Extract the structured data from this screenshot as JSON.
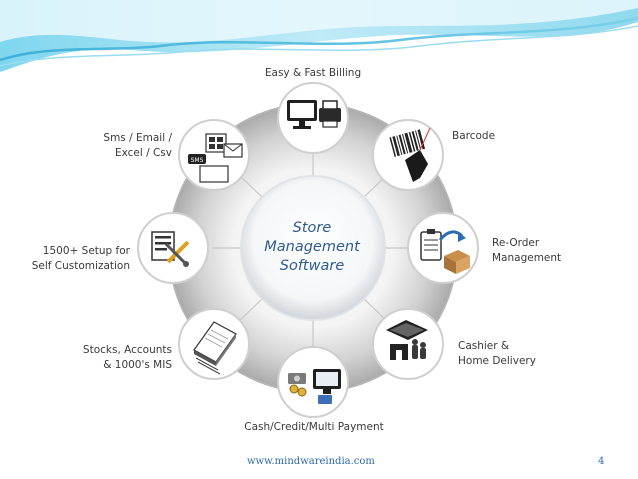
{
  "diagram": {
    "center": [
      "Store",
      "Management",
      "Software"
    ],
    "nodes": {
      "billing": [
        "Easy & Fast Billing"
      ],
      "barcode": [
        "Barcode"
      ],
      "reorder": [
        "Re-Order",
        "Management"
      ],
      "cashier": [
        "Cashier &",
        "Home Delivery"
      ],
      "payment": [
        "Cash/Credit/Multi Payment"
      ],
      "stocks": [
        "Stocks, Accounts",
        "& 1000's MIS"
      ],
      "setup": [
        "1500+ Setup for",
        "Self Customization"
      ],
      "sms": [
        "Sms / Email /",
        "Excel / Csv"
      ]
    },
    "icon_text": {
      "sms_badge": "SMS"
    }
  },
  "footer": {
    "url": "www.mindwareindia.com",
    "page": "4"
  },
  "colors": {
    "center_text": "#2f5b8e",
    "footer_text": "#2e6aa8",
    "accent_wave": "#5fc3e4"
  }
}
